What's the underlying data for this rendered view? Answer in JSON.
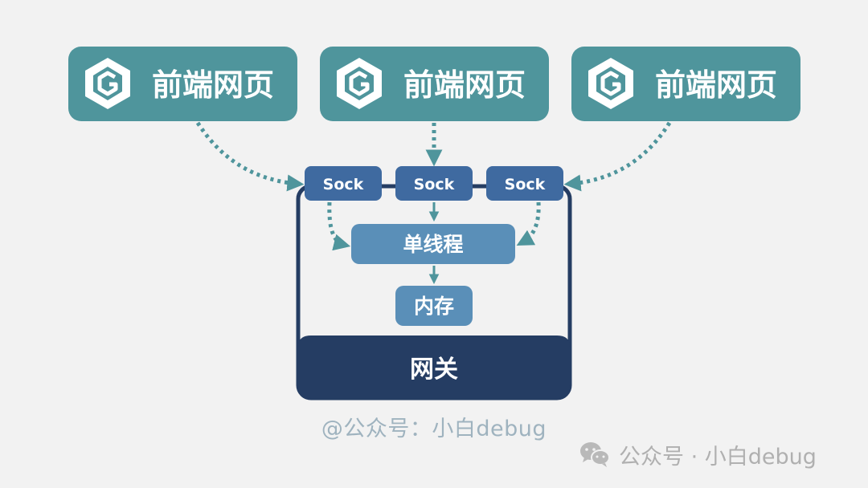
{
  "clients": [
    {
      "label": "前端网页"
    },
    {
      "label": "前端网页"
    },
    {
      "label": "前端网页"
    }
  ],
  "sockets": [
    {
      "label": "Sock"
    },
    {
      "label": "Sock"
    },
    {
      "label": "Sock"
    }
  ],
  "gateway": {
    "thread_label": "单线程",
    "memory_label": "内存",
    "title": "网关"
  },
  "watermark": "@公众号：小白debug",
  "footer": {
    "icon": "wechat-icon",
    "text": "公众号 · 小白debug"
  },
  "colors": {
    "client": "#4f959c",
    "socket": "#3f6aa0",
    "thread": "#5a8fb8",
    "gateway_dark": "#253d63",
    "arrow": "#4f959c"
  }
}
